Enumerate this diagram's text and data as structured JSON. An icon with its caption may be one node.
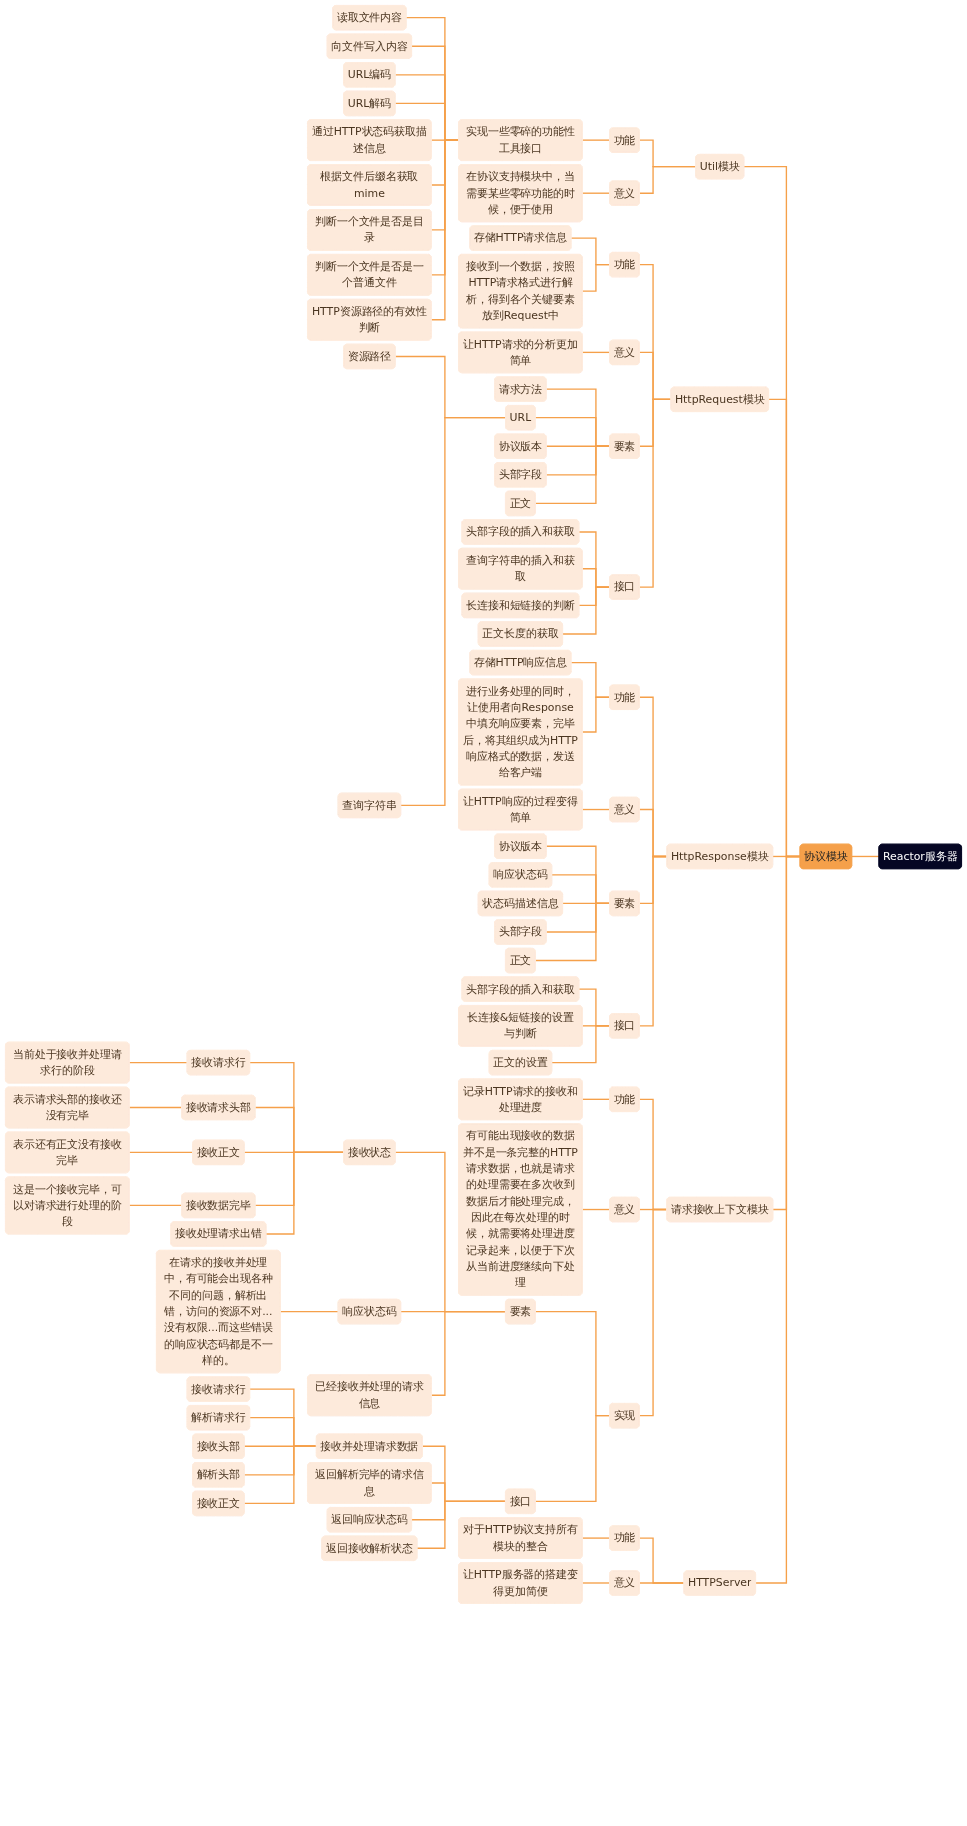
{
  "diagram": {
    "nodes": [
      {
        "text": [
          "Reactor服务器"
        ]
      },
      {
        "text": [
          "协议模块"
        ]
      },
      {
        "text": [
          "Util模块"
        ]
      },
      {
        "text": [
          "功能"
        ]
      },
      {
        "text": [
          "实现一些零碎的功能性工具接口"
        ]
      },
      {
        "text": [
          "读取文件内容"
        ]
      },
      {
        "text": [
          "向文件写入内容"
        ]
      },
      {
        "text": [
          "URL编码"
        ]
      },
      {
        "text": [
          "URL解码"
        ]
      },
      {
        "text": [
          "通过HTTP状态码获取描述信息"
        ]
      },
      {
        "text": [
          "根据文件后缀名获取mime"
        ]
      },
      {
        "text": [
          "判断一个文件是否是目录"
        ]
      },
      {
        "text": [
          "判断一个文件是否是一个普通文件"
        ]
      },
      {
        "text": [
          "HTTP资源路径的有效性判断"
        ]
      },
      {
        "text": [
          "意义"
        ]
      },
      {
        "text": [
          "在协议支持模块中，当需要某些零碎功能的时候，便于使用"
        ]
      },
      {
        "text": [
          "HttpRequest模块"
        ]
      },
      {
        "text": [
          "功能"
        ]
      },
      {
        "text": [
          "存储HTTP请求信息"
        ]
      },
      {
        "text": [
          "接收到一个数据，按照HTTP请求格式进行解析，得到各个关键要素放到Request中"
        ]
      },
      {
        "text": [
          "意义"
        ]
      },
      {
        "text": [
          "让HTTP请求的分析更加简单"
        ]
      },
      {
        "text": [
          "要素"
        ]
      },
      {
        "text": [
          "请求方法"
        ]
      },
      {
        "text": [
          "URL"
        ]
      },
      {
        "text": [
          "资源路径"
        ]
      },
      {
        "text": [
          "查询字符串"
        ]
      },
      {
        "text": [
          "协议版本"
        ]
      },
      {
        "text": [
          "头部字段"
        ]
      },
      {
        "text": [
          "正文"
        ]
      },
      {
        "text": [
          "接口"
        ]
      },
      {
        "text": [
          "头部字段的插入和获取"
        ]
      },
      {
        "text": [
          "查询字符串的插入和获取"
        ]
      },
      {
        "text": [
          "长连接和短链接的判断"
        ]
      },
      {
        "text": [
          "正文长度的获取"
        ]
      },
      {
        "text": [
          "HttpResponse模块"
        ]
      },
      {
        "text": [
          "功能"
        ]
      },
      {
        "text": [
          "存储HTTP响应信息"
        ]
      },
      {
        "text": [
          "进行业务处理的同时，让使用者向Response中填充响应要素，完毕后，将其组织成为HTTP响应格式的数据，发送给客户端"
        ]
      },
      {
        "text": [
          "意义"
        ]
      },
      {
        "text": [
          "让HTTP响应的过程变得简单"
        ]
      },
      {
        "text": [
          "要素"
        ]
      },
      {
        "text": [
          "协议版本"
        ]
      },
      {
        "text": [
          "响应状态码"
        ]
      },
      {
        "text": [
          "状态码描述信息"
        ]
      },
      {
        "text": [
          "头部字段"
        ]
      },
      {
        "text": [
          "正文"
        ]
      },
      {
        "text": [
          "接口"
        ]
      },
      {
        "text": [
          "头部字段的插入和获取"
        ]
      },
      {
        "text": [
          "长连接&短链接的设置与判断"
        ]
      },
      {
        "text": [
          "正文的设置"
        ]
      },
      {
        "text": [
          "请求接收上下文模块"
        ]
      },
      {
        "text": [
          "功能"
        ]
      },
      {
        "text": [
          "记录HTTP请求的接收和处理进度"
        ]
      },
      {
        "text": [
          "意义"
        ]
      },
      {
        "text": [
          "有可能出现接收的数据并不是一条完整的HTTP请求数据，也就是请求的处理需要在多次收到数据后才能处理完成，因此在每次处理的时候，就需要将处理进度记录起来，以便于下次从当前进度继续向下处理"
        ]
      },
      {
        "text": [
          "实现"
        ]
      },
      {
        "text": [
          "要素"
        ]
      },
      {
        "text": [
          "接收状态"
        ]
      },
      {
        "text": [
          "接收请求行"
        ]
      },
      {
        "text": [
          "当前处于接收并处理请求行的阶段"
        ]
      },
      {
        "text": [
          "接收请求头部"
        ]
      },
      {
        "text": [
          "表示请求头部的接收还没有完毕"
        ]
      },
      {
        "text": [
          "接收正文"
        ]
      },
      {
        "text": [
          "表示还有正文没有接收完毕"
        ]
      },
      {
        "text": [
          "接收数据完毕"
        ]
      },
      {
        "text": [
          "这是一个接收完毕，可以对请求进行处理的阶段"
        ]
      },
      {
        "text": [
          "接收处理请求出错"
        ]
      },
      {
        "text": [
          "响应状态码"
        ]
      },
      {
        "text": [
          "在请求的接收并处理中，有可能会出现各种不同的问题，解析出错，访问的资源不对...没有权限...而这些错误的响应状态码都是不一样的。"
        ]
      },
      {
        "text": [
          "已经接收并处理的请求信息"
        ]
      },
      {
        "text": [
          "接口"
        ]
      },
      {
        "text": [
          "接收并处理请求数据"
        ]
      },
      {
        "text": [
          "接收请求行"
        ]
      },
      {
        "text": [
          "解析请求行"
        ]
      },
      {
        "text": [
          "接收头部"
        ]
      },
      {
        "text": [
          "解析头部"
        ]
      },
      {
        "text": [
          "接收正文"
        ]
      },
      {
        "text": [
          "返回解析完毕的请求信息"
        ]
      },
      {
        "text": [
          "返回响应状态码"
        ]
      },
      {
        "text": [
          "返回接收解析状态"
        ]
      },
      {
        "text": [
          "HTTPServer"
        ]
      },
      {
        "text": [
          "功能"
        ]
      },
      {
        "text": [
          "对于HTTP协议支持所有模块的整合"
        ]
      },
      {
        "text": [
          "意义"
        ]
      },
      {
        "text": [
          "让HTTP服务器的搭建变得更加简便"
        ]
      }
    ],
    "edges": [
      {
        "from": 0,
        "to": 1,
        "arrow": "none"
      },
      {
        "from": 1,
        "to": 2,
        "arrow": "none"
      },
      {
        "from": 2,
        "to": 3,
        "arrow": "none"
      },
      {
        "from": 3,
        "to": 4,
        "arrow": "none"
      },
      {
        "from": 4,
        "to": 5,
        "arrow": "none"
      },
      {
        "from": 4,
        "to": 6,
        "arrow": "none"
      },
      {
        "from": 4,
        "to": 7,
        "arrow": "none"
      },
      {
        "from": 4,
        "to": 8,
        "arrow": "none"
      },
      {
        "from": 4,
        "to": 9,
        "arrow": "none"
      },
      {
        "from": 4,
        "to": 10,
        "arrow": "none"
      },
      {
        "from": 4,
        "to": 11,
        "arrow": "none"
      },
      {
        "from": 4,
        "to": 12,
        "arrow": "none"
      },
      {
        "from": 4,
        "to": 13,
        "arrow": "none"
      },
      {
        "from": 2,
        "to": 14,
        "arrow": "none"
      },
      {
        "from": 14,
        "to": 15,
        "arrow": "none"
      },
      {
        "from": 1,
        "to": 16,
        "arrow": "none"
      },
      {
        "from": 16,
        "to": 17,
        "arrow": "none"
      },
      {
        "from": 17,
        "to": 18,
        "arrow": "none"
      },
      {
        "from": 17,
        "to": 19,
        "arrow": "none"
      },
      {
        "from": 16,
        "to": 20,
        "arrow": "none"
      },
      {
        "from": 20,
        "to": 21,
        "arrow": "none"
      },
      {
        "from": 16,
        "to": 22,
        "arrow": "none"
      },
      {
        "from": 22,
        "to": 23,
        "arrow": "none"
      },
      {
        "from": 22,
        "to": 24,
        "arrow": "none"
      },
      {
        "from": 24,
        "to": 25,
        "arrow": "none"
      },
      {
        "from": 24,
        "to": 26,
        "arrow": "none"
      },
      {
        "from": 22,
        "to": 27,
        "arrow": "none"
      },
      {
        "from": 22,
        "to": 28,
        "arrow": "none"
      },
      {
        "from": 22,
        "to": 29,
        "arrow": "none"
      },
      {
        "from": 16,
        "to": 30,
        "arrow": "none"
      },
      {
        "from": 30,
        "to": 31,
        "arrow": "none"
      },
      {
        "from": 30,
        "to": 32,
        "arrow": "none"
      },
      {
        "from": 30,
        "to": 33,
        "arrow": "none"
      },
      {
        "from": 30,
        "to": 34,
        "arrow": "none"
      },
      {
        "from": 1,
        "to": 35,
        "arrow": "none"
      },
      {
        "from": 35,
        "to": 36,
        "arrow": "none"
      },
      {
        "from": 36,
        "to": 37,
        "arrow": "none"
      },
      {
        "from": 36,
        "to": 38,
        "arrow": "none"
      },
      {
        "from": 35,
        "to": 39,
        "arrow": "none"
      },
      {
        "from": 39,
        "to": 40,
        "arrow": "none"
      },
      {
        "from": 35,
        "to": 41,
        "arrow": "none"
      },
      {
        "from": 41,
        "to": 42,
        "arrow": "none"
      },
      {
        "from": 41,
        "to": 43,
        "arrow": "none"
      },
      {
        "from": 41,
        "to": 44,
        "arrow": "none"
      },
      {
        "from": 41,
        "to": 45,
        "arrow": "none"
      },
      {
        "from": 41,
        "to": 46,
        "arrow": "none"
      },
      {
        "from": 35,
        "to": 47,
        "arrow": "none"
      },
      {
        "from": 47,
        "to": 48,
        "arrow": "none"
      },
      {
        "from": 47,
        "to": 49,
        "arrow": "none"
      },
      {
        "from": 47,
        "to": 50,
        "arrow": "none"
      },
      {
        "from": 1,
        "to": 51,
        "arrow": "none"
      },
      {
        "from": 51,
        "to": 52,
        "arrow": "none"
      },
      {
        "from": 52,
        "to": 53,
        "arrow": "none"
      },
      {
        "from": 51,
        "to": 54,
        "arrow": "none"
      },
      {
        "from": 54,
        "to": 55,
        "arrow": "none"
      },
      {
        "from": 51,
        "to": 56,
        "arrow": "none"
      },
      {
        "from": 56,
        "to": 57,
        "arrow": "none"
      },
      {
        "from": 57,
        "to": 58,
        "arrow": "none"
      },
      {
        "from": 58,
        "to": 59,
        "arrow": "none"
      },
      {
        "from": 59,
        "to": 60,
        "arrow": "none"
      },
      {
        "from": 58,
        "to": 61,
        "arrow": "none"
      },
      {
        "from": 61,
        "to": 62,
        "arrow": "none"
      },
      {
        "from": 58,
        "to": 63,
        "arrow": "none"
      },
      {
        "from": 63,
        "to": 64,
        "arrow": "none"
      },
      {
        "from": 58,
        "to": 65,
        "arrow": "none"
      },
      {
        "from": 65,
        "to": 66,
        "arrow": "none"
      },
      {
        "from": 58,
        "to": 67,
        "arrow": "none"
      },
      {
        "from": 57,
        "to": 68,
        "arrow": "none"
      },
      {
        "from": 68,
        "to": 69,
        "arrow": "none"
      },
      {
        "from": 57,
        "to": 70,
        "arrow": "none"
      },
      {
        "from": 56,
        "to": 71,
        "arrow": "none"
      },
      {
        "from": 71,
        "to": 72,
        "arrow": "none"
      },
      {
        "from": 72,
        "to": 73,
        "arrow": "none"
      },
      {
        "from": 72,
        "to": 74,
        "arrow": "none"
      },
      {
        "from": 72,
        "to": 75,
        "arrow": "none"
      },
      {
        "from": 72,
        "to": 76,
        "arrow": "none"
      },
      {
        "from": 72,
        "to": 77,
        "arrow": "none"
      },
      {
        "from": 71,
        "to": 78,
        "arrow": "none"
      },
      {
        "from": 71,
        "to": 79,
        "arrow": "none"
      },
      {
        "from": 71,
        "to": 80,
        "arrow": "none"
      },
      {
        "from": 1,
        "to": 81,
        "arrow": "none"
      },
      {
        "from": 81,
        "to": 82,
        "arrow": "none"
      },
      {
        "from": 82,
        "to": 83,
        "arrow": "none"
      },
      {
        "from": 81,
        "to": 84,
        "arrow": "none"
      },
      {
        "from": 84,
        "to": 85,
        "arrow": "none"
      }
    ]
  }
}
